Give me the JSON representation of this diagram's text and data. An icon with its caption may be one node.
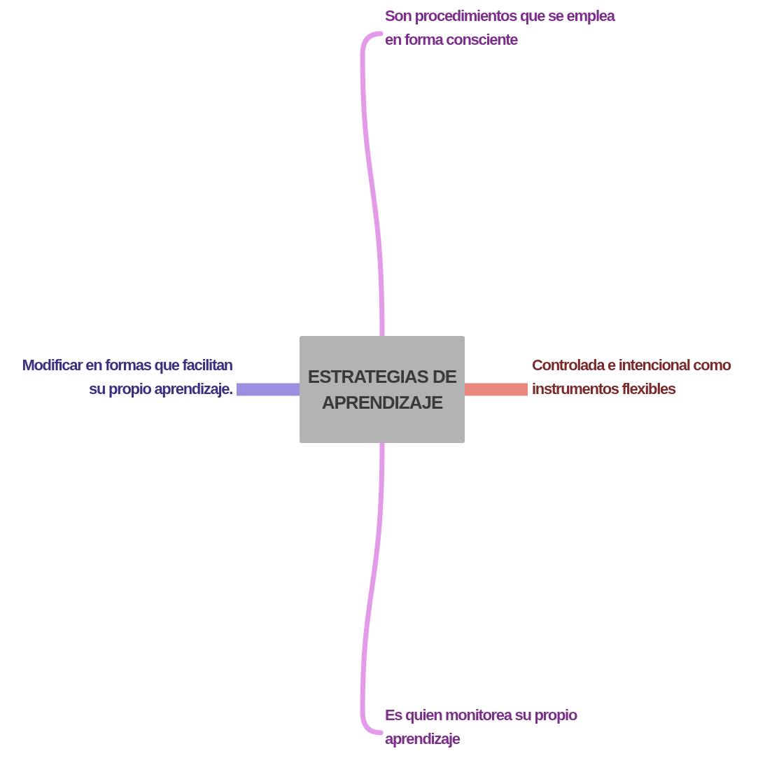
{
  "diagram": {
    "nodes": [
      {
        "text": [
          "ESTRATEGIAS DE APRENDIZAJE"
        ]
      },
      {
        "text": [
          "Son procedimientos que se emplea en forma consciente"
        ]
      },
      {
        "text": [
          "Modificar en formas que facilitan su propio aprendizaje."
        ]
      },
      {
        "text": [
          "Controlada e intencional como instrumentos flexibles"
        ]
      },
      {
        "text": [
          "Es quien monitorea su propio aprendizaje"
        ]
      }
    ],
    "edges": [
      {
        "from": 0,
        "to": 1,
        "arrow": "none"
      },
      {
        "from": 0,
        "to": 2,
        "arrow": "none",
        "style": "thick",
        "color": "#9b8fe0"
      },
      {
        "from": 0,
        "to": 3,
        "arrow": "none",
        "style": "thick",
        "color": "#e8877e"
      },
      {
        "from": 0,
        "to": 4,
        "arrow": "none"
      }
    ]
  }
}
